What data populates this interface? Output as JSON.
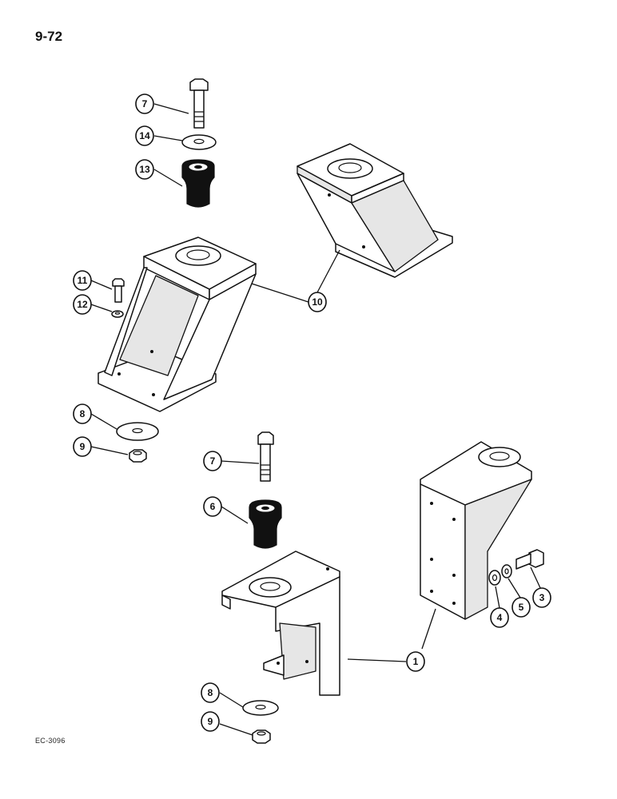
{
  "page_number": "9-72",
  "figure_code": "EC-3096",
  "callouts": {
    "c7_top": "7",
    "c14": "14",
    "c13": "13",
    "c11": "11",
    "c12": "12",
    "c10": "10",
    "c8_left": "8",
    "c9_left": "9",
    "c7_mid": "7",
    "c6": "6",
    "c3": "3",
    "c4": "4",
    "c5": "5",
    "c1": "1",
    "c8_bottom": "8",
    "c9_bottom": "9"
  }
}
